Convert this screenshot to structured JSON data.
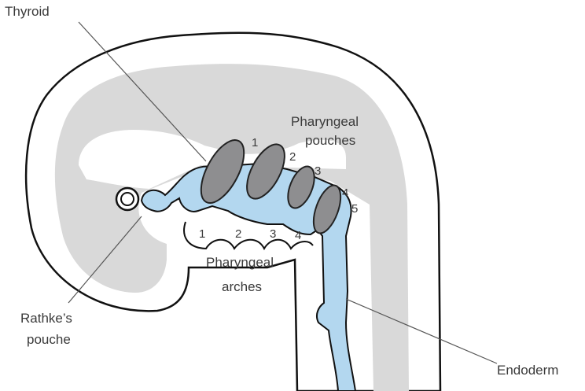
{
  "labels": {
    "thyroid": "Thyroid",
    "pharyngeal_pouches_1": "Pharyngeal",
    "pharyngeal_pouches_2": "pouches",
    "pharyngeal_arches_1": "Pharyngeal",
    "pharyngeal_arches_2": "arches",
    "rathkes_1": "Rathke’s",
    "rathkes_2": "pouche",
    "endoderm": "Endoderm"
  },
  "pouch_numbers": [
    "1",
    "2",
    "3",
    "4",
    "5"
  ],
  "arch_numbers": [
    "1",
    "2",
    "3",
    "4"
  ],
  "colors": {
    "mesoderm_gray": "#d9d9d9",
    "endoderm_blue": "#b3d7ef",
    "pouch_gray": "#8e8e90",
    "outline": "#111111"
  }
}
